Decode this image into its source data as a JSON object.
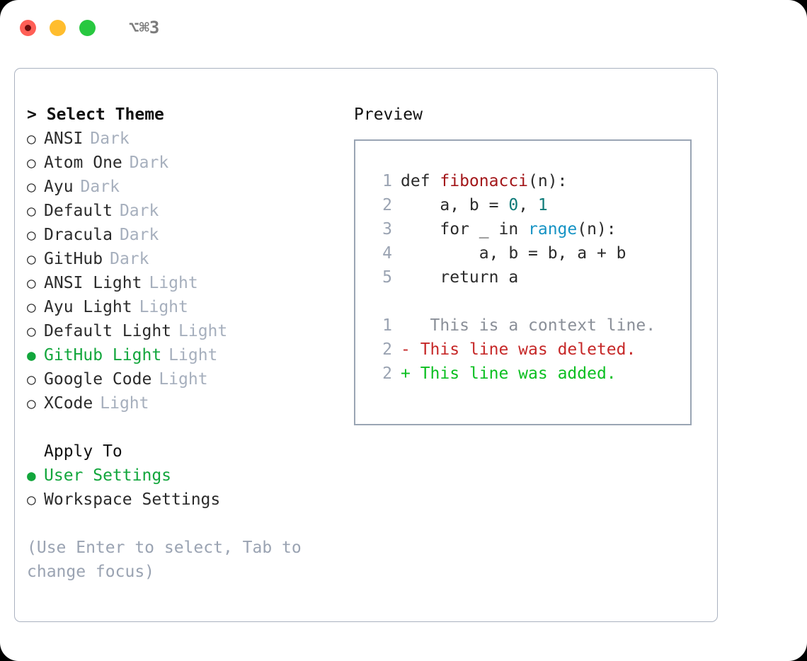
{
  "titlebar": {
    "shortcut": "⌥⌘3",
    "buttons": [
      {
        "name": "close",
        "color": "#ff5f56"
      },
      {
        "name": "minimize",
        "color": "#ffbd2e"
      },
      {
        "name": "zoom",
        "color": "#28c840"
      }
    ]
  },
  "colors": {
    "selected_green": "#12a63c",
    "muted": "#a6afbd",
    "hint": "#9aa3b2",
    "border": "#aab2c0",
    "preview_border": "#9aa5b4",
    "fn_red": "#a3171a",
    "number_teal": "#0d7a78",
    "call_blue": "#1693c4",
    "diff_add": "#0bbf21",
    "diff_del": "#c62828",
    "diff_ctx": "#8a8f98"
  },
  "theme_list": {
    "prompt": ">",
    "title": "Select Theme",
    "radio_off": "○",
    "radio_on": "●",
    "items": [
      {
        "label": "ANSI",
        "tag": "Dark",
        "selected": false
      },
      {
        "label": "Atom One",
        "tag": "Dark",
        "selected": false
      },
      {
        "label": "Ayu",
        "tag": "Dark",
        "selected": false
      },
      {
        "label": "Default",
        "tag": "Dark",
        "selected": false
      },
      {
        "label": "Dracula",
        "tag": "Dark",
        "selected": false
      },
      {
        "label": "GitHub",
        "tag": "Dark",
        "selected": false
      },
      {
        "label": "ANSI Light",
        "tag": "Light",
        "selected": false
      },
      {
        "label": "Ayu Light",
        "tag": "Light",
        "selected": false
      },
      {
        "label": "Default Light",
        "tag": "Light",
        "selected": false
      },
      {
        "label": "GitHub Light",
        "tag": "Light",
        "selected": true
      },
      {
        "label": "Google Code",
        "tag": "Light",
        "selected": false
      },
      {
        "label": "XCode",
        "tag": "Light",
        "selected": false
      }
    ]
  },
  "apply_to": {
    "title": "Apply To",
    "options": [
      {
        "label": "User Settings",
        "selected": true
      },
      {
        "label": "Workspace Settings",
        "selected": false
      }
    ]
  },
  "hint": "(Use Enter to select, Tab to change focus)",
  "preview": {
    "title": "Preview",
    "code": [
      {
        "n": "1",
        "parts": [
          {
            "t": "def ",
            "c": "plain"
          },
          {
            "t": "fibonacci",
            "c": "fn"
          },
          {
            "t": "(n):",
            "c": "plain"
          }
        ]
      },
      {
        "n": "2",
        "parts": [
          {
            "t": "    a, b = ",
            "c": "plain"
          },
          {
            "t": "0",
            "c": "num"
          },
          {
            "t": ", ",
            "c": "plain"
          },
          {
            "t": "1",
            "c": "num"
          }
        ]
      },
      {
        "n": "3",
        "parts": [
          {
            "t": "    for _ in ",
            "c": "plain"
          },
          {
            "t": "range",
            "c": "call"
          },
          {
            "t": "(n):",
            "c": "plain"
          }
        ]
      },
      {
        "n": "4",
        "parts": [
          {
            "t": "        a, b = b, a + b",
            "c": "plain"
          }
        ]
      },
      {
        "n": "5",
        "parts": [
          {
            "t": "    return a",
            "c": "plain"
          }
        ]
      }
    ],
    "diff": [
      {
        "n": "1",
        "marker": " ",
        "text": "  This is a context line.",
        "kind": "ctx"
      },
      {
        "n": "2",
        "marker": "-",
        "text": " This line was deleted.",
        "kind": "del"
      },
      {
        "n": "2",
        "marker": "+",
        "text": " This line was added.",
        "kind": "add"
      }
    ]
  }
}
